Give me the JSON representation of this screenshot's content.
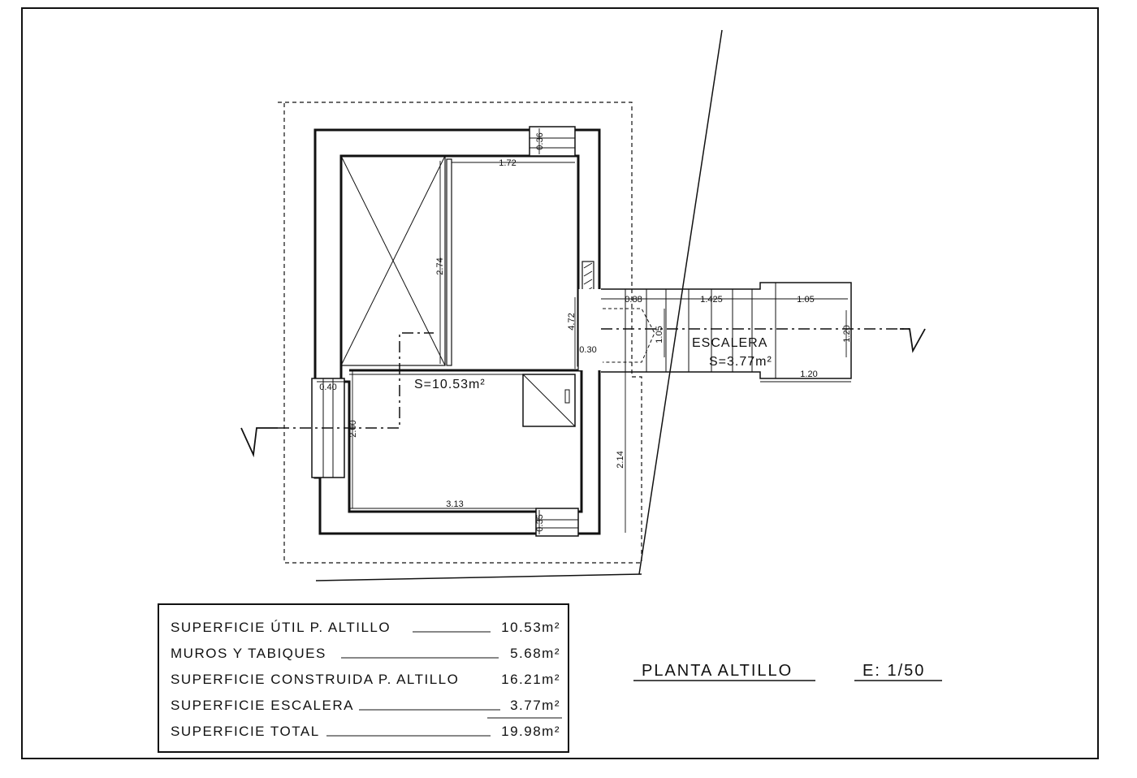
{
  "plan": {
    "dimensions": {
      "d_0_36": "0.36",
      "d_1_72": "1.72",
      "d_2_74": "2.74",
      "d_4_72": "4.72",
      "d_0_30": "0.30",
      "d_0_40": "0.40",
      "d_2_00": "2.00",
      "d_3_13": "3.13",
      "d_2_14": "2.14",
      "d_0_35": "0.35",
      "d_0_88": "0.88",
      "d_1_425": "1.425",
      "d_1_05a": "1.05",
      "d_1_05b": "1.05",
      "d_1_20a": "1.20",
      "d_1_20b": "1.20"
    },
    "room_area_label": "S=10.53m²",
    "stair_label": "ESCALERA",
    "stair_area_label": "S=3.77m²"
  },
  "summary_table": {
    "rows": [
      {
        "label": "SUPERFICIE ÚTIL P. ALTILLO",
        "value": "10.53m²"
      },
      {
        "label": "MUROS Y TABIQUES",
        "value": "5.68m²"
      },
      {
        "label": "SUPERFICIE CONSTRUIDA P. ALTILLO",
        "value": "16.21m²"
      },
      {
        "label": "SUPERFICIE ESCALERA",
        "value": "3.77m²"
      },
      {
        "label": "SUPERFICIE TOTAL",
        "value": "19.98m²"
      }
    ]
  },
  "title_block": {
    "title": "PLANTA ALTILLO",
    "scale": "E: 1/50"
  }
}
